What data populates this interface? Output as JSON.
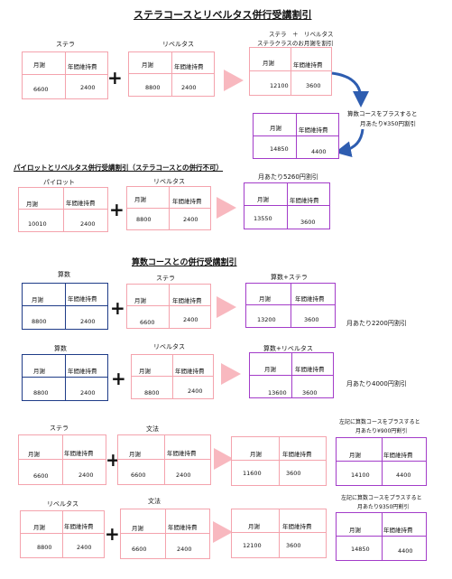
{
  "main_title": "ステラコースとリベルタス併行受講割引",
  "section2_title": "パイロットとリベルタス併行受講割引（ステラコースとの併行不可）",
  "section3_title": "算数コースとの併行受講割引",
  "col_monthly": "月謝",
  "col_annual": "年間維持費",
  "plus": "+",
  "row1": {
    "a_label": "ステラ",
    "a_m": "6600",
    "a_y": "2400",
    "b_label": "リベルタス",
    "b_m": "8800",
    "b_y": "2400",
    "c_label_1": "ステラ　＋　リベルタス",
    "c_label_2": "ステラクラスのお月謝",
    "c_label_3": "を割引",
    "c_m": "12100",
    "c_y": "3600",
    "note_1": "算数コースをプラスすると",
    "note_2": "月あたり¥350円割引",
    "d_m": "14850",
    "d_y": "4400"
  },
  "row2": {
    "a_label": "パイロット",
    "a_m": "10010",
    "a_y": "2400",
    "b_label": "リベルタス",
    "b_m": "8800",
    "b_y": "2400",
    "c_label": "月あたり5260円割引",
    "c_m": "13550",
    "c_y": "3600"
  },
  "row3": {
    "a_label": "算数",
    "a_m": "8800",
    "a_y": "2400",
    "b_label": "ステラ",
    "b_m": "6600",
    "b_y": "2400",
    "c_label": "算数+ステラ",
    "c_m": "13200",
    "c_y": "3600",
    "note": "月あたり2200円割引"
  },
  "row4": {
    "a_label": "算数",
    "a_m": "8800",
    "a_y": "2400",
    "b_label": "リベルタス",
    "b_m": "8800",
    "b_y": "2400",
    "c_label": "算数+リベルタス",
    "c_m": "13600",
    "c_y": "3600",
    "note": "月あたり4000円割引"
  },
  "row5": {
    "a_label": "ステラ",
    "a_m": "6600",
    "a_y": "2400",
    "b_label": "文法",
    "b_m": "6600",
    "b_y": "2400",
    "c_m": "11600",
    "c_y": "3600",
    "note_1": "左記に算数コースをプラスすると",
    "note_2": "月あたり¥900円割引",
    "d_m": "14100",
    "d_y": "4400"
  },
  "row6": {
    "a_label": "リベルタス",
    "a_m": "8800",
    "a_y": "2400",
    "b_label": "文法",
    "b_m": "6600",
    "b_y": "2400",
    "c_m": "12100",
    "c_y": "3600",
    "note_1": "左記に算数コースをプラスすると",
    "note_2": "月あたり9350円割引",
    "d_m": "14850",
    "d_y": "4400"
  }
}
